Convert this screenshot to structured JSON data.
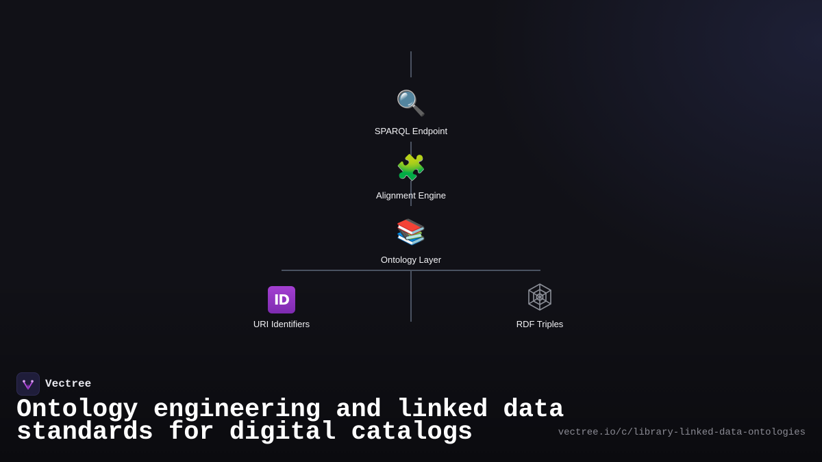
{
  "diagram": {
    "nodes": [
      {
        "icon": "magnifying-glass-icon",
        "glyph": "🔍",
        "label": "SPARQL Endpoint"
      },
      {
        "icon": "puzzle-piece-icon",
        "glyph": "🧩",
        "label": "Alignment Engine"
      },
      {
        "icon": "books-icon",
        "glyph": "📚",
        "label": "Ontology Layer"
      },
      {
        "icon": "id-badge-icon",
        "glyph": "ID",
        "label": "URI Identifiers"
      },
      {
        "icon": "spider-web-icon",
        "glyph": "🕸",
        "label": "RDF Triples"
      }
    ]
  },
  "brand": {
    "name": "Vectree",
    "logo_icon": "vectree-logo-icon"
  },
  "title": "Ontology engineering and linked data standards for digital catalogs",
  "url": "vectree.io/c/library-linked-data-ontologies",
  "colors": {
    "background": "#111117",
    "connector": "#4a5261",
    "logo_bg": "#1f1d3a",
    "logo_accent": "#b04ad8",
    "id_badge": "#9a39cc"
  }
}
